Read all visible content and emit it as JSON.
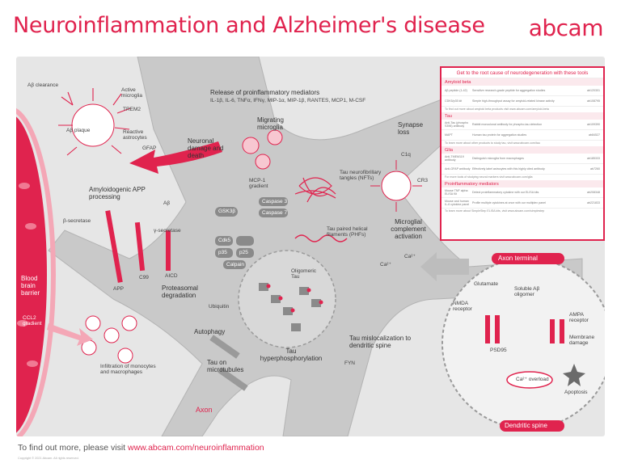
{
  "title": "Neuroinflammation and Alzheimer's disease",
  "brand": "abcam",
  "labels": {
    "ab_clearance": "Aβ clearance",
    "active_microglia": "Active microglia",
    "trem2": "TREM2",
    "ab_plaque": "Aβ plaque",
    "reactive_astrocytes": "Reactive astrocytes",
    "gfap": "GFAP",
    "release_mediators": "Release of proinflammatory mediators",
    "mediators_list": "IL-1β, IL-6, TNFα, IFNγ, MIP-1α, MIP-1β, RANTES, MCP1, M-CSF",
    "migrating_microglia": "Migrating microglia",
    "neuronal_damage": "Neuronal damage and death",
    "mcp1_gradient": "MCP-1 gradient",
    "amyloidogenic": "Amyloidogenic APP processing",
    "ab": "Aβ",
    "beta_secretase": "β-secretase",
    "gamma_secretase": "γ-secretase",
    "app": "APP",
    "c99": "C99",
    "aicd": "AICD",
    "gsk3b": "GSK3β",
    "caspase3": "Caspase 3",
    "caspase7": "Caspase 7",
    "cdk5": "Cdk5",
    "p35": "p35",
    "p25": "p25",
    "calpain": "Calpain",
    "nft": "Tau neurofibrillary tangles (NFTs)",
    "phf": "Tau paired helical filaments (PHFs)",
    "oligomeric_tau": "Oligomeric Tau",
    "proteasomal": "Proteasomal degradation",
    "ubiquitin": "Ubiquitin",
    "autophagy": "Autophagy",
    "tau_hyper": "Tau hyperphosphorylation",
    "tau_on_mt": "Tau on microtubules",
    "axon": "Axon",
    "bbb": "Blood brain barrier",
    "ccl2": "CCL2 gradient",
    "infiltration": "Infiltration of monocytes and macrophages",
    "synapse_loss": "Synapse loss",
    "c1q": "C1q",
    "cr3": "CR3",
    "microglial_complement": "Microglial complement activation",
    "ca": "Ca²⁺",
    "axon_terminal": "Axon terminal",
    "glutamate": "Glutamate",
    "soluble_ab": "Soluble Aβ oligomer",
    "nmda": "NMDA receptor",
    "ampa": "AMPA receptor",
    "membrane_damage": "Membrane damage",
    "psd95": "PSD95",
    "ca_overload": "Ca²⁺ overload",
    "apoptosis": "Apoptosis",
    "dendritic_spine": "Dendritic spine",
    "tau_misloc": "Tau mislocalization to dendritic spine",
    "fyn": "FYN"
  },
  "table": {
    "header": "Get to the root cause of neurodegeneration with these tools",
    "sections": [
      {
        "name": "Amyloid beta",
        "rows": [
          [
            "Aβ peptide (1-42)",
            "Sensitive research-grade peptide for aggregation studies",
            "ab120301"
          ],
          [
            "CDK5/p35 kit",
            "Simple high-throughput assay for amyloid-related kinase activity",
            "ab108795"
          ]
        ],
        "note": "To find out more about amyloid beta products visit www.abcam.com/amyloid-beta"
      },
      {
        "name": "Tau",
        "rows": [
          [
            "Anti-Tau (phospho S396) antibody",
            "Rabbit monoclonal antibody for phospho-tau detection",
            "ab109390"
          ],
          [
            "MAPT",
            "Human tau protein for aggregation studies",
            "ab84527"
          ]
        ],
        "note": "To learn more about other products to study tau, visit www.abcam.com/tau"
      },
      {
        "name": "Glia",
        "rows": [
          [
            "Anti-TMEM119 antibody",
            "Distinguish microglia from macrophages",
            "ab185333"
          ],
          [
            "Anti-GFAP antibody",
            "Effectively label astrocytes with this highly cited antibody",
            "ab7260"
          ]
        ],
        "note": "For more tools of studying neural markers visit www.abcam.com/glia"
      },
      {
        "name": "Proinflammatory mediators",
        "rows": [
          [
            "Mouse TNF alpha ELISA Kit",
            "Detect proinflammatory cytokine with our ELISA kits",
            "ab208348"
          ],
          [
            "Mouse and human IL-6 cytokine panel",
            "Profile multiple cytokines at once with our multiplex panel",
            "ab221833"
          ]
        ],
        "note": "To learn more about SimpleStep ELISA kits, visit www.abcam.com/simplestep"
      }
    ]
  },
  "footer": {
    "prefix": "To find out more, please visit ",
    "url": "www.abcam.com/neuroinflammation",
    "copyright": "Copyright © 2021 Abcam. All rights reserved."
  },
  "colors": {
    "accent": "#e0234e",
    "neuron": "#c9c9c9",
    "panel": "#e6e6e6",
    "dark": "#6b6b6b"
  }
}
